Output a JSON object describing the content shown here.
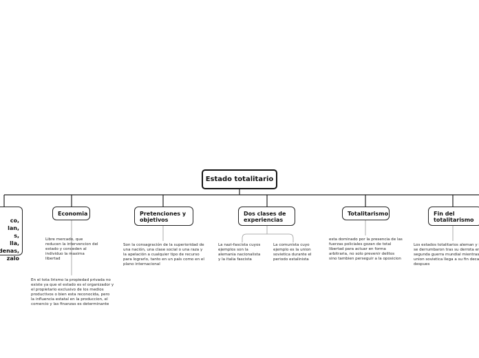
{
  "root": {
    "label": "Estado totalitario"
  },
  "branches": [
    {
      "label": "co,\nlan,\ns,\nlla,\nrdenas,\nzalo"
    },
    {
      "label": "Economia",
      "notes": [
        "Libre mercado, que\nreducen la intervencion del\nestado y conceden al\nindividuo la maxima\nlibertad",
        "En el tota lirismo la propiedad privada no\nexiste ya que el estado es el organizador y\nel propietario exclusivo de los medios\nproductivos o bien esta reconocida, pero\nla influencia estatal en la produccion, el\ncomercio y las finanzas es determinante"
      ]
    },
    {
      "label": "Pretenciones y\nobjetivos",
      "notes": [
        "Son la consagración de la superioridad de\nuna nación, una clase social o una raza y\nla apelación a cualquier tipo de recurso\npara lograrlo, tanto en un país como en el\nplano internacional"
      ]
    },
    {
      "label": "Dos clases de\nexperiencias",
      "notes": [
        "La nazi-fascista cuyos\nejemplos son la\nalemania nacionalista\ny la italia fascista",
        "La comunista cuyo\nejemplo es la union\nsovietica durante el\nperiodo estalinista"
      ]
    },
    {
      "label": "Totalitarismo",
      "notes": [
        "esta dominado por la presencia de las\nfuerzas policiales gozan de total\nlibertad para actuar en forma\narbitraria, no solo prevenir delitos\nsino tambien perseguir a la oposicion"
      ]
    },
    {
      "label": "Fin del\ntotalitarismo",
      "notes": [
        "Los estados totalitarios aleman y i\nse derrumbaron tras su derrota en\nsegunda guerra mundial mientras\nunion sovietica llega a su fin decad\ndespues"
      ]
    }
  ]
}
